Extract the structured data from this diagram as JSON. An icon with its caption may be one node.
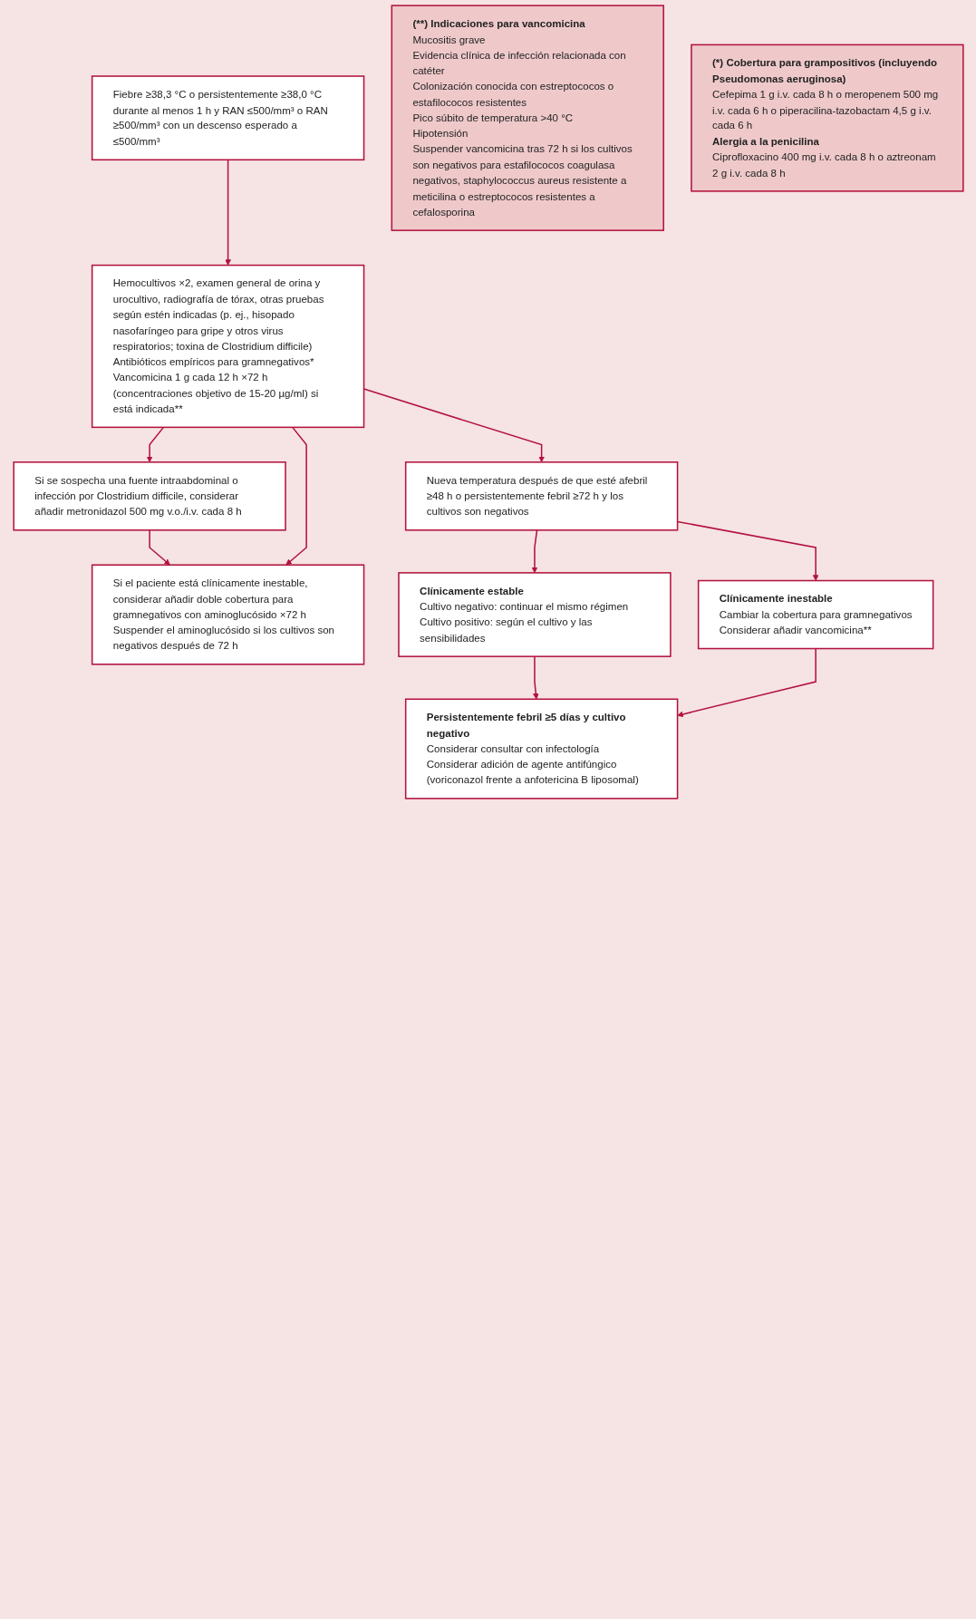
{
  "diagram": {
    "nodes": [
      {
        "text": [
          "Fiebre ≥38,3 °C o persistentemente ≥38,0 °C durante al menos 1 h y RAN ≤500/mm³ o RAN ≥500/mm³ con un descenso esperado a ≤500/mm³"
        ]
      },
      {
        "text": [
          "Hemocultivos ×2, examen general de orina y urocultivo, radiografía de tórax, otras pruebas según estén indicadas (p. ej., hisopado nasofaríngeo para gripe y otros virus respiratorios; toxina de Clostridium difficile)",
          "Antibióticos empíricos para gramnegativos*",
          "Vancomicina 1 g cada 12 h ×72 h (concentraciones objetivo de 15-20 µg/ml) si está indicada**"
        ]
      },
      {
        "text": [
          "Si se sospecha una fuente intraabdominal o infección por Clostridium difficile, considerar añadir metronidazol 500 mg v.o./i.v. cada 8 h"
        ]
      },
      {
        "text": [
          "Si el paciente está clínicamente inestable, considerar añadir doble cobertura para gramnegativos con aminoglucósido ×72 h",
          "Suspender el aminoglucósido si los cultivos son negativos después de 72 h"
        ]
      },
      {
        "text": [
          "Nueva temperatura después de que esté afebril ≥48 h o persistentemente febril ≥72 h y los cultivos son negativos"
        ]
      },
      {
        "text": [
          "Clínicamente inestable",
          "Cambiar la cobertura para gramnegativos",
          "Considerar añadir vancomicina**"
        ]
      },
      {
        "text": [
          "Clínicamente estable",
          "Cultivo negativo: continuar el mismo régimen",
          "Cultivo positivo: según el cultivo y las sensibilidades"
        ]
      },
      {
        "text": [
          "Persistentemente febril ≥5 días y cultivo negativo",
          "Considerar consultar con infectología",
          "Considerar adición de agente antifúngico (voriconazol frente a anfotericina B liposomal)"
        ]
      },
      {
        "text": [
          "(**) Indicaciones para vancomicina",
          "Mucositis grave",
          "Evidencia clínica de infección relacionada con catéter",
          "Colonización conocida con estreptococos o estafilococos resistentes",
          "Pico súbito de temperatura >40 °C",
          "Hipotensión",
          "Suspender vancomicina tras 72 h si los cultivos son negativos para estafilococos coagulasa negativos, staphylococcus aureus resistente a meticilina o estreptococos resistentes a cefalosporina"
        ]
      },
      {
        "text": [
          "(*) Cobertura para grampositivos (incluyendo Pseudomonas aeruginosa)",
          "Cefepima 1 g i.v. cada 8 h o meropenem 500 mg i.v. cada 6 h o piperacilina-tazobactam 4,5 g i.v. cada 6 h",
          "Alergia a la penicilina",
          "Ciprofloxacino 400 mg i.v. cada 8 h o aztreonam 2 g i.v. cada 8 h"
        ]
      }
    ],
    "edges": [
      {
        "from": 0,
        "to": 1,
        "arrow": "to"
      },
      {
        "from": 1,
        "to": 2,
        "arrow": "to"
      },
      {
        "from": 2,
        "to": 3,
        "arrow": "to"
      },
      {
        "from": 1,
        "to": 3,
        "arrow": "to"
      },
      {
        "from": 1,
        "to": 4,
        "arrow": "to"
      },
      {
        "from": 4,
        "to": 5,
        "arrow": "to"
      },
      {
        "from": 4,
        "to": 6,
        "arrow": "to"
      },
      {
        "from": 6,
        "to": 7,
        "arrow": "to"
      },
      {
        "from": 5,
        "to": 7,
        "arrow": "to"
      }
    ]
  }
}
